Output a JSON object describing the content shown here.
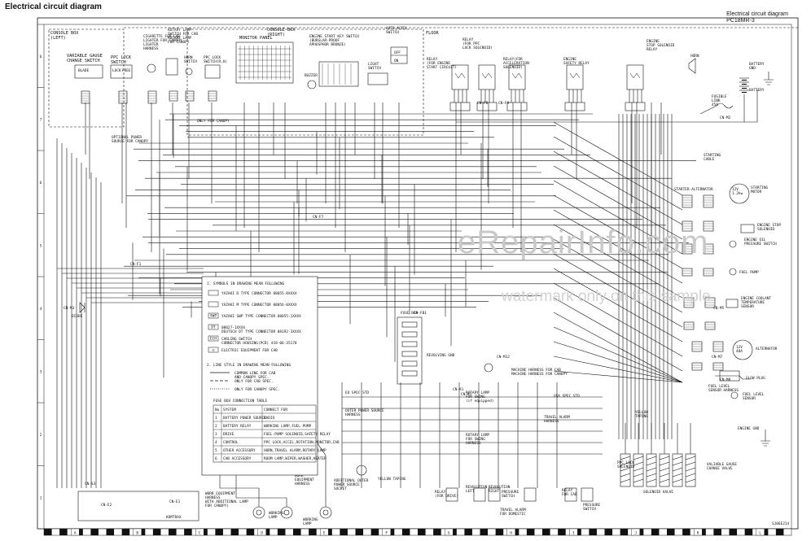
{
  "header": {
    "title": "Electrical circuit diagram",
    "right_title": "Electrical circuit diagram",
    "model": "PC18MR-3"
  },
  "watermark": {
    "main": "eRepairInfo.com",
    "sub": "watermark only on this sample"
  },
  "grid": {
    "columns": [
      "A",
      "B",
      "C",
      "D",
      "E",
      "F",
      "G",
      "H",
      "I",
      "J",
      "K",
      "L"
    ],
    "rows": [
      "6",
      "7",
      "6",
      "5",
      "4",
      "3",
      "2",
      "1"
    ]
  },
  "colors": {
    "line": "#111111",
    "paper": "#ffffff",
    "watermark": "#c9c9c9"
  },
  "labels": {
    "console_left": "CONSOLE BOX\n(LEFT)",
    "console_right": "CONSOLE BOX\n(RIGHT)",
    "floor": "FLOOR",
    "var_gauge_sw": "VARIABLE GAUGE\nCHANGE SWITCH",
    "blade": "BLADE",
    "ppc_lock_sw": "PPC LOCK\nSWITCH",
    "lock": "LOCK",
    "free": "FREE",
    "cigarette": "CIGARETTE FOR CAB\nLIGHTER FOR CANOPY\nLIGHTER\nHARNESS",
    "rotary_lamp_sw": "ROTARY LAMP\nSWITCH FOR CAB\nROTARY LAMP\nFOR CANOPY",
    "horn_sw": "HORN\nSWITCH",
    "ppc_lock_sw_r": "PPC LOCK\nSWITCH(R,H)",
    "monitor_panel": "MONITOR PANEL",
    "key_switch": "ENGINE START KEY SWITCH\n(BURGLAR-PROOF\nAPHOSPHOR BRONZE)",
    "buzzer": "BUZZER",
    "light_sw": "LIGHT\nSWITCH",
    "auto_accel": "AUTO-ACCEL\nSWITCH",
    "off": "OFF",
    "on": "ON",
    "relay_engine_start": "RELAY\n(FOR ENGINE\nSTART CIRCUIT)",
    "relay_ppc": "RELAY\n(FOR PPC\nLOCK SOLENOID)",
    "relay_accel": "RELAY(FOR\nACCELERATION\nSOLENOID)",
    "engine_safety": "ENGINE\nSAFETY RELAY",
    "engine_stop_sol": "ENGINE\nSTOP SOLENOID\nRELAY",
    "horn": "HORN",
    "battery_gnd": "BATTERY\nGND",
    "battery": "BATTERY",
    "fusible_link": "FUSIBLE\nLINK\n45A",
    "starting_cable": "STARTING\nCABLE",
    "starter_alternator": "STARTER-ALTERNATOR",
    "starting_motor": "STARTING\nMOTOR",
    "motor_rating": "12V\n1.2kw",
    "engine_stop_sol2": "ENGINE STOP\nSOLENOID",
    "engine_oil": "ENGINE OIL\nPRESSURE SWITCH",
    "fuel_pump": "FUEL PUMP",
    "coolant": "ENGINE COOLANT\nTEMPERATURE\nSENSOR",
    "alternator": "ALTERNATOR",
    "alt_rating": "12V\n40A",
    "glow_plug": "GLOW PLUG",
    "fuel_level": "FUEL LEVEL\nSENSOR",
    "fuel_level_harness": "FUEL LEVEL\nSENSOR HARNESS",
    "engine_gnd": "ENGINE GND",
    "optional_power": "OPTIONAL POWER\nSOURCE FOR CANOPY",
    "only_for_canopy": "ONLY FOR CANOPY",
    "diode": "DIODE",
    "fuse_box": "FUSE BOX",
    "revolving_gnd": "REVOLVING GND",
    "machine_harness": "MACHINE HARNESS FOR CAB\nMACHINE HARNESS FOR CANOPY",
    "eu_spec": "EU SPEC STD",
    "usa_spec": "USA SPEC STD",
    "outer_power": "OUTER POWER SOURCE\nHARNESS",
    "rotary_lamp_swing": "ROTARY LAMP\nFOR SWING\n(if equipped)",
    "rotary_lamp_harness": "ROTARY LAMP\nFOR SWING\nHARNESS",
    "travel_alarm_harness": "TRAVEL ALARM\nHARNESS",
    "yellow_taping": "YELLOW TAPING",
    "yellow_taping2": "YELLOW\nTAPING",
    "add_outer_power": "ADDITIONAL OUTER\nPOWER SOURCE\nSOCKET",
    "relay_drive": "RELAY\n(FOR DRIVE)",
    "revolution_left": "REVOLUTION\nLEFT",
    "revolution_right": "REVOLUTION\nRIGHT",
    "pressure_switch": "PRESSURE\nSWITCH",
    "travel_alarm_domestic": "TRAVEL ALARM\nFOR DOMESTIC",
    "relay_cab": "RELAY\nFOR CAB",
    "pressure_switch2": "PRESSURE\nSWITCH",
    "solenoid_valve": "SOLENOID VALVE",
    "solenoid_valve_ppc": "PPC LOCK\nSOLENOID",
    "var_gauge_valve": "VALIABLE GAUGE\nCHANGE VALVE",
    "work_equip_harness": "WORK EQUIPMENT\nHARNESS\nWITH ADDITIONAL LAMP\nFOR CANOPY)",
    "work_equip_harness2": "WORK\nEQUIPMENT\nHARNESS",
    "working_lamp": "WORKING\nLAMP",
    "komtrax": "KOMTRAX",
    "drawing_no": "SJ06E214"
  },
  "legend": {
    "title1": "1. SYMBOLS IN DRAWING MEAN FOLLOWING",
    "items": [
      {
        "sym": "",
        "text": "YAZAKI D TYPE CONNECTOR 08055-0XXXX"
      },
      {
        "sym": "",
        "text": "YAZAKI M TYPE CONNECTOR 08056-0XXXX"
      },
      {
        "sym": "SWP",
        "text": "YAZAKI SWP TYPE CONNECTOR 08055-1XXXX"
      },
      {
        "sym": "DT",
        "text": "08027-1XXXX\nDEUTSCH DT TYPE CONNECTOR 08192-3XXXX"
      },
      {
        "sym": "ECH",
        "text": "CARLING SWITCH\nCONNECTOR HOUSING(PCB) 418-06-35170"
      },
      {
        "sym": "◎",
        "text": "ELECTRIC EQUIPMENT FOR CAB"
      }
    ],
    "title2": "2. LINE STYLE IN DRAWING MEAN FOLLOWING",
    "lines": [
      "COMMON LINE FOR CAB\nAND CANOPY SPEC.",
      "ONLY FOR CAB SPEC.",
      "ONLY FOR CANOPY SPEC."
    ],
    "fuse_table_title": "FUSE BOX CONNECTION TABLE",
    "fuse_headers": [
      "No",
      "SYSTEM",
      "CONNECT FOR"
    ],
    "fuse_rows": [
      [
        "1",
        "BATTERY POWER SOURCE",
        "RADIO"
      ],
      [
        "2",
        "BATTERY RELAY",
        "WORKING LAMP,FUEL PUMP"
      ],
      [
        "3",
        "DRIVE",
        "FUEL-PUMP SOLENOID,SAFETY RELAY"
      ],
      [
        "4",
        "CONTROL",
        "PPC LOCK,ACCEL,ROTATION,MONITOR,CAB"
      ],
      [
        "5",
        "OTHER ACCESSORY",
        "HORN,TRAVEL ALARM,ROTARY LAMP"
      ],
      [
        "6",
        "CAB ACCESSORY",
        "ROOM LAMP,WIPER,WASHER,HEATER"
      ]
    ]
  },
  "connectors": {
    "cn_f1": "CN-F1",
    "cn_f7": "CN-F7",
    "cn_f8": "CN-F8",
    "cn_f9": "CN-F9",
    "cn_m2": "CN-M2",
    "cn_m3": "CN-M3",
    "cn_m5": "CN-M5",
    "cn_m7": "CN-M7",
    "cn_m8": "CN-M8",
    "cn_m12": "CN-M12",
    "cn_s3": "CN-S3",
    "cn_e1": "CN-E1",
    "cn_e2": "CN-E2",
    "cn_a1": "CN-A1",
    "cn_r1": "CN-R1",
    "cn_fb1": "CN-FB1"
  }
}
